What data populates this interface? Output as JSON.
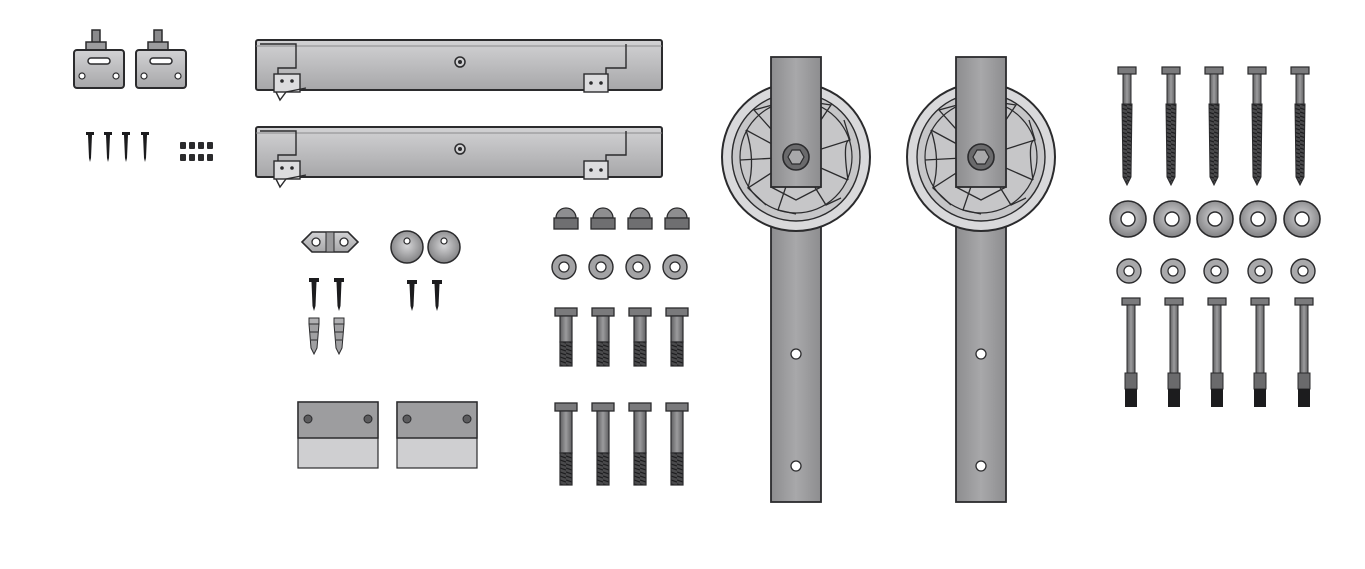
{
  "image": {
    "kind": "sliding barn door hardware kit illustration",
    "background": "#ffffff",
    "colors": {
      "metal_fill": "#a9a9ab",
      "metal_light": "#cfcfd1",
      "metal_dark": "#6e6e70",
      "outline": "#2b2b2d",
      "black_part": "#1c1c1e"
    },
    "parts": {
      "floor_guides": {
        "count": 2
      },
      "small_screws": {
        "count": 4
      },
      "tiny_screws": {
        "count": 8
      },
      "track_rails": {
        "count": 2
      },
      "track_connector": {
        "count": 1
      },
      "connector_screws": {
        "count": 2
      },
      "wall_anchors": {
        "count": 2
      },
      "door_stops": {
        "count": 2
      },
      "stop_screws": {
        "count": 2
      },
      "spacer_blocks": {
        "count": 2
      },
      "cap_nuts": {
        "count": 4
      },
      "flat_washers": {
        "count": 4
      },
      "short_bolts": {
        "count": 4
      },
      "long_bolts": {
        "count": 4
      },
      "wheel_hangers": {
        "count": 2
      },
      "lag_screws": {
        "count": 5
      },
      "spacers": {
        "count": 5
      },
      "small_washers": {
        "count": 5
      },
      "hanger_bolts": {
        "count": 5
      }
    }
  }
}
